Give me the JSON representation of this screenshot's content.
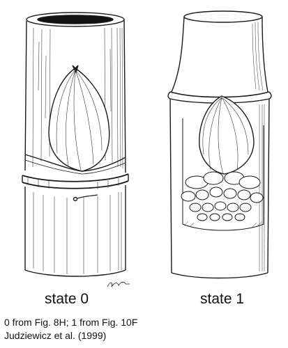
{
  "figure": {
    "panels": [
      {
        "label": "state 0"
      },
      {
        "label": "state 1"
      }
    ],
    "caption": {
      "line1": "0 from Fig. 8H; 1 from Fig. 10F",
      "line2": "Judziewicz et al. (1999)"
    },
    "ink_color": "#1a1a1a",
    "paper_color": "#ffffff"
  }
}
